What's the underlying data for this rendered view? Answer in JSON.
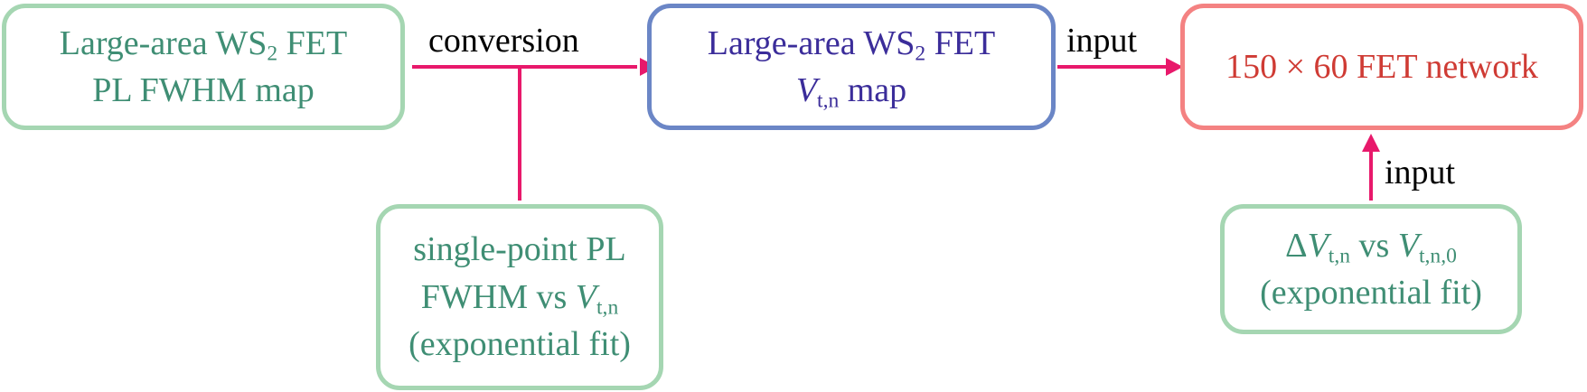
{
  "colors": {
    "arrow": "#e8196b",
    "green_border": "#a5d6b2",
    "green_text": "#3f8e74",
    "blue_border": "#6b86c6",
    "blue_text": "#3b2d9a",
    "red_border": "#f48282",
    "red_text": "#cf3b34"
  },
  "nodes": {
    "pl_map": {
      "line1_pre": "Large-area WS",
      "line1_sub": "2",
      "line1_post": " FET",
      "line2": "PL FWHM map"
    },
    "vt_map": {
      "line1_pre": "Large-area WS",
      "line1_sub": "2",
      "line1_post": " FET",
      "line2_var": "V",
      "line2_sub": "t,n",
      "line2_post": " map"
    },
    "network": {
      "text": "150 × 60 FET network"
    },
    "single_point": {
      "line1": "single-point PL",
      "line2_pre": "FWHM vs ",
      "line2_var": "V",
      "line2_sub": "t,n",
      "line3": "(exponential fit)"
    },
    "delta_fit": {
      "line1_delta": "Δ",
      "line1_var": "V",
      "line1_sub": "t,n",
      "line1_mid": " vs ",
      "line1_var2": "V",
      "line1_sub2": "t,n,0",
      "line2": "(exponential fit)"
    }
  },
  "edges": {
    "conversion_label": "conversion",
    "input_label_top": "input",
    "input_label_right": "input"
  }
}
